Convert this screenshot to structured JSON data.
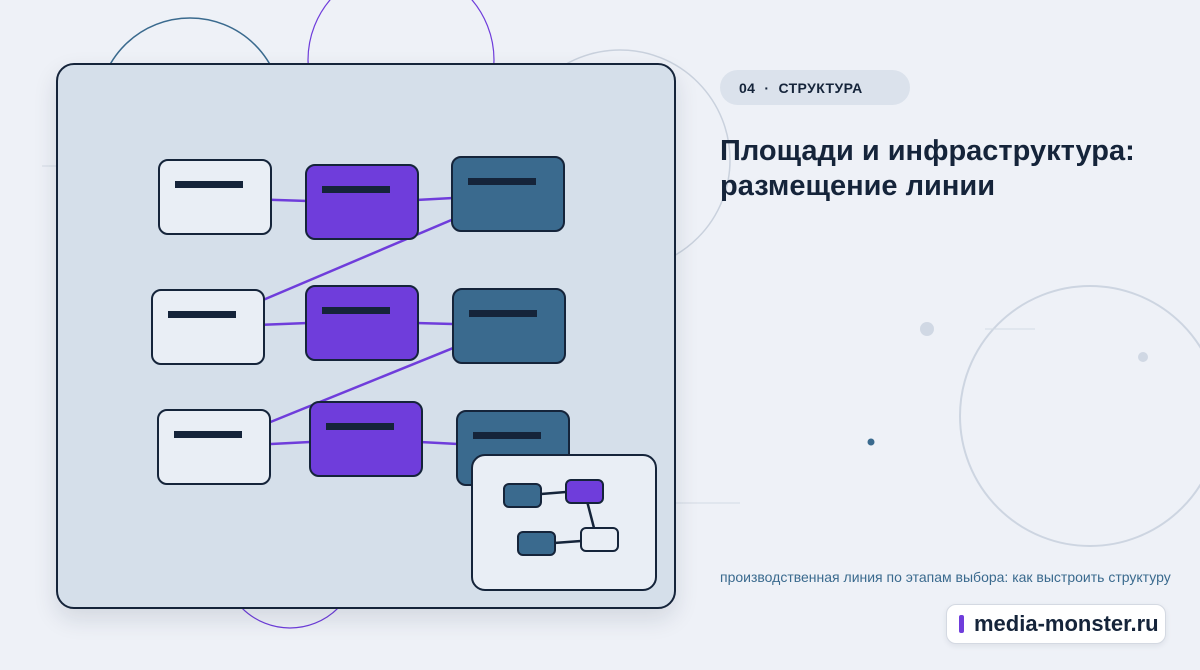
{
  "header": {
    "section_number": "04",
    "separator": "·",
    "section_label": "СТРУКТУРА"
  },
  "title": "Площади и инфраструктура: размещение линии",
  "subtitle": "производственная линия по этапам выбора: как выстроить структуру",
  "watermark": "media-monster.ru",
  "colors": {
    "accent_purple": "#6f3ddb",
    "steel_blue": "#3a6a8e",
    "navy": "#15243a",
    "card_light": "#e9eef5",
    "board_bg": "#d5dfea",
    "page_bg": "#eef1f7"
  }
}
